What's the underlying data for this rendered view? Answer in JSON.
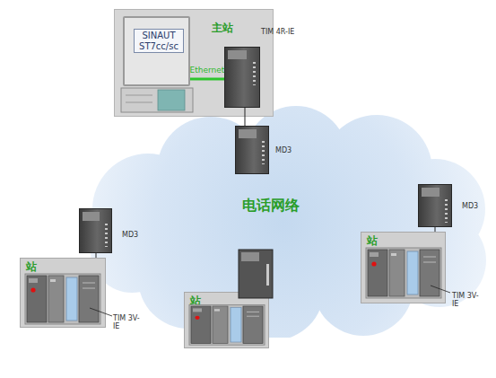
{
  "diagram": {
    "nodes": [
      {
        "text": [
          "主站"
        ]
      },
      {
        "text": [
          "SINAUT ST7cc/sc"
        ],
        "in": 0
      },
      {
        "text": [
          "TIM 4R-IE"
        ],
        "in": 0
      },
      {
        "text": [
          "MD3"
        ]
      },
      {
        "text": [
          "电话网络"
        ]
      },
      {
        "text": [
          "MD3"
        ]
      },
      {
        "text": [
          "站",
          "TIM 3V-IE"
        ]
      },
      {
        "text": [
          "站"
        ]
      },
      {
        "text": [
          "MD3"
        ]
      },
      {
        "text": [
          "站",
          "TIM 3V-IE"
        ]
      }
    ],
    "edges": [
      {
        "from": 1,
        "to": 2,
        "arrow": "none",
        "label": "Ethernet"
      },
      {
        "from": 2,
        "to": 3,
        "arrow": "none"
      },
      {
        "from": 5,
        "to": 6,
        "arrow": "none"
      },
      {
        "from": 8,
        "to": 9,
        "arrow": "none"
      }
    ]
  }
}
